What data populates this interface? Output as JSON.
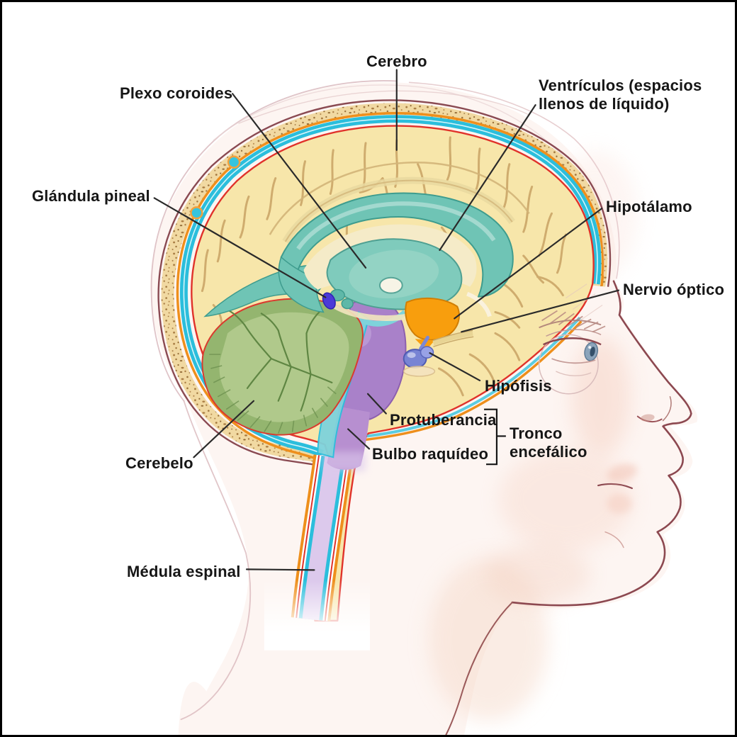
{
  "diagram": {
    "language": "es",
    "subject": "Corte sagital de la cabeza humana con encéfalo",
    "labels": {
      "cerebro": "Cerebro",
      "plexo_coroides": "Plexo coroides",
      "ventriculos": {
        "line1": "Ventrículos (espacios",
        "line2": "llenos de líquido)"
      },
      "glandula_pineal": "Glándula pineal",
      "hipotalamo": "Hipotálamo",
      "nervio_optico": "Nervio óptico",
      "hipofisis": "Hipófisis",
      "cerebelo": "Cerebelo",
      "protuberancia": "Protuberancia",
      "bulbo_raquideo": "Bulbo raquídeo",
      "tronco_encefalico": {
        "line1": "Tronco",
        "line2": "encefálico"
      },
      "medula_espinal": "Médula espinal"
    },
    "regions": [
      {
        "name": "Cerebro (corteza)",
        "color": "#F7E6AA"
      },
      {
        "name": "Ventrículos",
        "color": "#6FC4B5"
      },
      {
        "name": "Plexo coroides",
        "color": "#5FB8A8"
      },
      {
        "name": "Glándula pineal",
        "color": "#4B3AD8"
      },
      {
        "name": "Hipotálamo",
        "color": "#F89E0D"
      },
      {
        "name": "Hipófisis",
        "color": "#7884D4"
      },
      {
        "name": "Nervio óptico",
        "color": "#E8D494"
      },
      {
        "name": "Cerebelo",
        "color": "#94B56F"
      },
      {
        "name": "Protuberancia",
        "color": "#A981C9"
      },
      {
        "name": "Bulbo raquídeo",
        "color": "#B78FD0"
      },
      {
        "name": "Médula espinal",
        "color": "#DCC9EC"
      },
      {
        "name": "Líquido cefalorraquídeo",
        "color": "#2BBEDC"
      },
      {
        "name": "Hueso del cráneo",
        "color": "#F1D9A2"
      },
      {
        "name": "Piel / rostro",
        "color": "#FDF5F2"
      }
    ]
  }
}
